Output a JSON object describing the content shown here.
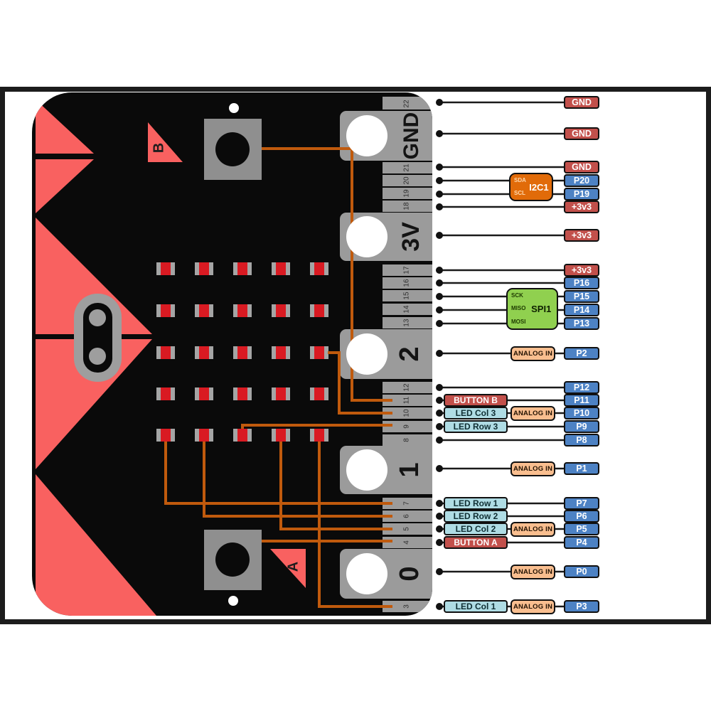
{
  "colors": {
    "frame_border": "#1c1c1c",
    "board_black": "#0a0a0a",
    "coral_red": "#F96160",
    "led_red": "#D91A22",
    "connector_gray": "#9B9B9B",
    "wire_orange": "#C05A0D",
    "badge_red": "#C2504B",
    "badge_blue": "#4D82C4",
    "label_light_blue": "#AFDCE4",
    "analog_orange": "#F9BE8F",
    "i2c_orange": "#E16B09",
    "spi_green": "#90D04F"
  },
  "board": {
    "button_a_label": "A",
    "button_b_label": "B",
    "connector": {
      "big_pads": [
        "GND",
        "3V",
        "2",
        "1",
        "0"
      ],
      "small_pins": [
        "22",
        "21",
        "20",
        "19",
        "18",
        "17",
        "16",
        "15",
        "14",
        "13",
        "12",
        "11",
        "10",
        "9",
        "8",
        "7",
        "6",
        "5",
        "4",
        "3"
      ]
    }
  },
  "pinout": {
    "analog_label": "ANALOG IN",
    "chips": {
      "i2c": {
        "name": "I2C1",
        "pins": [
          "SDA",
          "SCL"
        ]
      },
      "spi": {
        "name": "SPI1",
        "pins": [
          "SCK",
          "MISO",
          "MOSI"
        ]
      }
    },
    "rows": [
      {
        "pin": "GND"
      },
      {
        "pin": "GND"
      },
      {
        "pin": "GND"
      },
      {
        "pin": "P20",
        "chip": "I2C1 SDA"
      },
      {
        "pin": "P19",
        "chip": "I2C1 SCL"
      },
      {
        "pin": "+3v3"
      },
      {
        "pin": "+3v3"
      },
      {
        "pin": "+3v3"
      },
      {
        "pin": "P16"
      },
      {
        "pin": "P15",
        "chip": "SPI1 SCK"
      },
      {
        "pin": "P14",
        "chip": "SPI1 MISO"
      },
      {
        "pin": "P13",
        "chip": "SPI1 MOSI"
      },
      {
        "pin": "P2",
        "analog": true
      },
      {
        "pin": "P12"
      },
      {
        "pin": "P11",
        "function": "BUTTON B"
      },
      {
        "pin": "P10",
        "function": "LED Col 3",
        "analog": true
      },
      {
        "pin": "P9",
        "function": "LED Row 3"
      },
      {
        "pin": "P8"
      },
      {
        "pin": "P1",
        "analog": true
      },
      {
        "pin": "P7",
        "function": "LED Row 1"
      },
      {
        "pin": "P6",
        "function": "LED Row 2"
      },
      {
        "pin": "P5",
        "function": "LED Col 2",
        "analog": true
      },
      {
        "pin": "P4",
        "function": "BUTTON A"
      },
      {
        "pin": "P0",
        "analog": true
      },
      {
        "pin": "P3",
        "function": "LED Col 1",
        "analog": true
      }
    ]
  }
}
